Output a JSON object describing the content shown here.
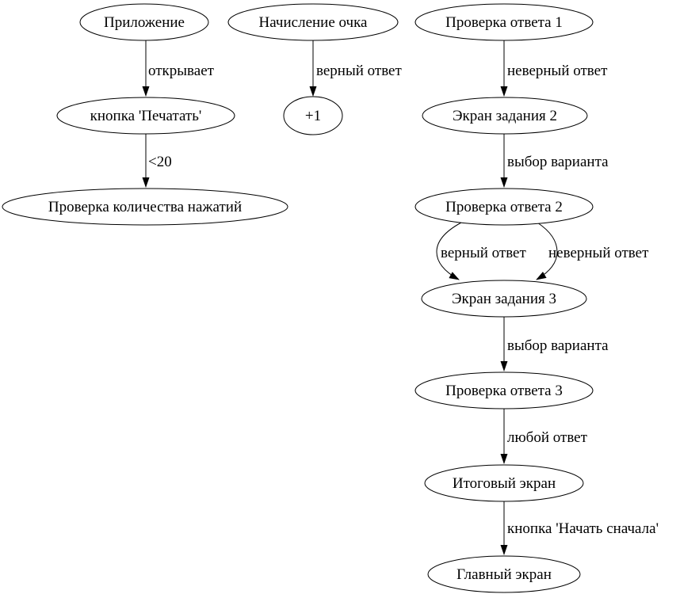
{
  "diagram": {
    "kind": "directed-flow-graph",
    "colors": {
      "background": "#ffffff",
      "node_fill": "#ffffff",
      "stroke": "#000000",
      "text": "#000000"
    },
    "nodes": [
      {
        "id": "app",
        "label": "Приложение"
      },
      {
        "id": "print-button",
        "label": "кнопка 'Печатать'"
      },
      {
        "id": "press-count-check",
        "label": "Проверка количества нажатий"
      },
      {
        "id": "scoring",
        "label": "Начисление очка"
      },
      {
        "id": "plus-one",
        "label": "+1"
      },
      {
        "id": "answer-check-1",
        "label": "Проверка ответа 1"
      },
      {
        "id": "task-screen-2",
        "label": "Экран задания 2"
      },
      {
        "id": "answer-check-2",
        "label": "Проверка ответа 2"
      },
      {
        "id": "task-screen-3",
        "label": "Экран задания 3"
      },
      {
        "id": "answer-check-3",
        "label": "Проверка ответа 3"
      },
      {
        "id": "final-screen",
        "label": "Итоговый экран"
      },
      {
        "id": "main-screen",
        "label": "Главный экран"
      }
    ],
    "edges": [
      {
        "from": "app",
        "to": "print-button",
        "label": "открывает"
      },
      {
        "from": "print-button",
        "to": "press-count-check",
        "label": "<20"
      },
      {
        "from": "scoring",
        "to": "plus-one",
        "label": "верный ответ"
      },
      {
        "from": "answer-check-1",
        "to": "task-screen-2",
        "label": "неверный ответ"
      },
      {
        "from": "task-screen-2",
        "to": "answer-check-2",
        "label": "выбор варианта"
      },
      {
        "from": "answer-check-2",
        "to": "task-screen-3",
        "label": "верный ответ"
      },
      {
        "from": "answer-check-2",
        "to": "task-screen-3",
        "label": "неверный ответ"
      },
      {
        "from": "task-screen-3",
        "to": "answer-check-3",
        "label": "выбор варианта"
      },
      {
        "from": "answer-check-3",
        "to": "final-screen",
        "label": "любой ответ"
      },
      {
        "from": "final-screen",
        "to": "main-screen",
        "label": "кнопка 'Начать сначала'"
      }
    ]
  }
}
